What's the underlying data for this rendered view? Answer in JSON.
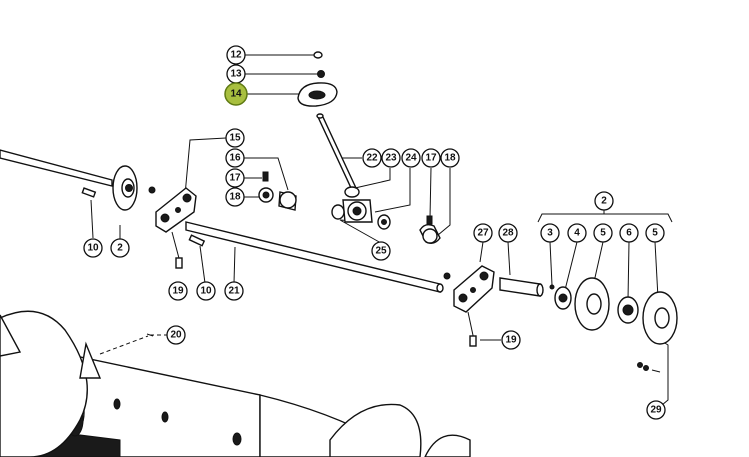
{
  "callouts": [
    {
      "id": "c12",
      "label": "12"
    },
    {
      "id": "c13",
      "label": "13"
    },
    {
      "id": "c14",
      "label": "14",
      "highlight": true
    },
    {
      "id": "c15",
      "label": "15"
    },
    {
      "id": "c16",
      "label": "16"
    },
    {
      "id": "c17a",
      "label": "17"
    },
    {
      "id": "c18a",
      "label": "18"
    },
    {
      "id": "c22",
      "label": "22"
    },
    {
      "id": "c23",
      "label": "23"
    },
    {
      "id": "c24",
      "label": "24"
    },
    {
      "id": "c17b",
      "label": "17"
    },
    {
      "id": "c18b",
      "label": "18"
    },
    {
      "id": "c25",
      "label": "25"
    },
    {
      "id": "c2a",
      "label": "2"
    },
    {
      "id": "c2b",
      "label": "2"
    },
    {
      "id": "c10a",
      "label": "10"
    },
    {
      "id": "c10b",
      "label": "10"
    },
    {
      "id": "c19a",
      "label": "19"
    },
    {
      "id": "c21",
      "label": "21"
    },
    {
      "id": "c27",
      "label": "27"
    },
    {
      "id": "c28",
      "label": "28"
    },
    {
      "id": "c3",
      "label": "3"
    },
    {
      "id": "c4",
      "label": "4"
    },
    {
      "id": "c5a",
      "label": "5"
    },
    {
      "id": "c6",
      "label": "6"
    },
    {
      "id": "c5b",
      "label": "5"
    },
    {
      "id": "c19b",
      "label": "19"
    },
    {
      "id": "c20",
      "label": "20"
    },
    {
      "id": "c29",
      "label": "29"
    }
  ],
  "colors": {
    "highlight": "#a8bf3f",
    "line": "#111111"
  }
}
